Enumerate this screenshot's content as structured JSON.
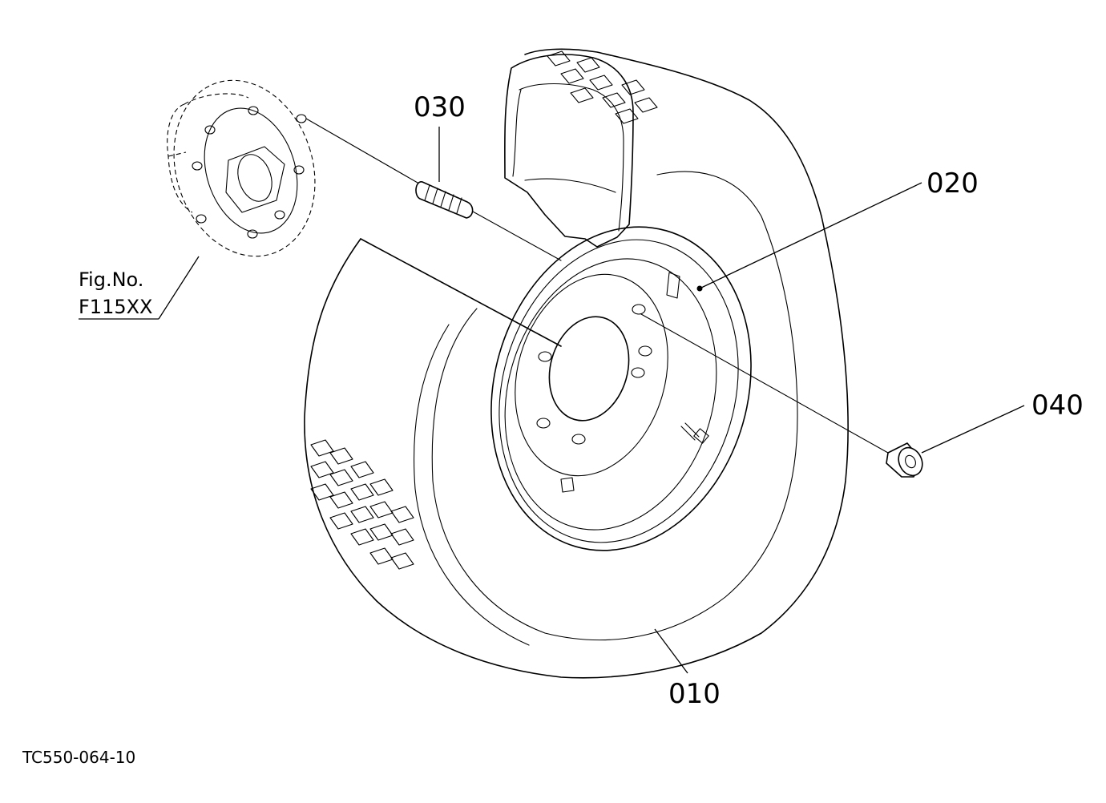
{
  "callouts": {
    "tire": "010",
    "rim": "020",
    "stud": "030",
    "nut": "040"
  },
  "reference": {
    "line1": "Fig.No.",
    "line2": "F115XX"
  },
  "drawing_code": "TC550-064-10"
}
